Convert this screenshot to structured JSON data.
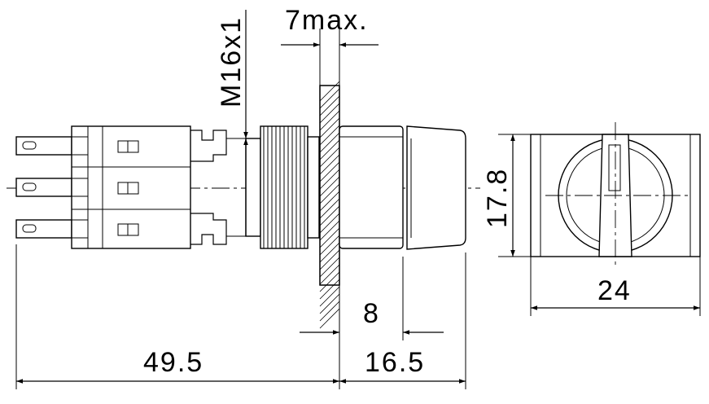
{
  "dimensions": {
    "thread": "M16x1",
    "panel_max": "7max.",
    "height": "17.8",
    "width": "24",
    "bezel": "8",
    "overall_rear": "49.5",
    "overall_front": "16.5"
  }
}
